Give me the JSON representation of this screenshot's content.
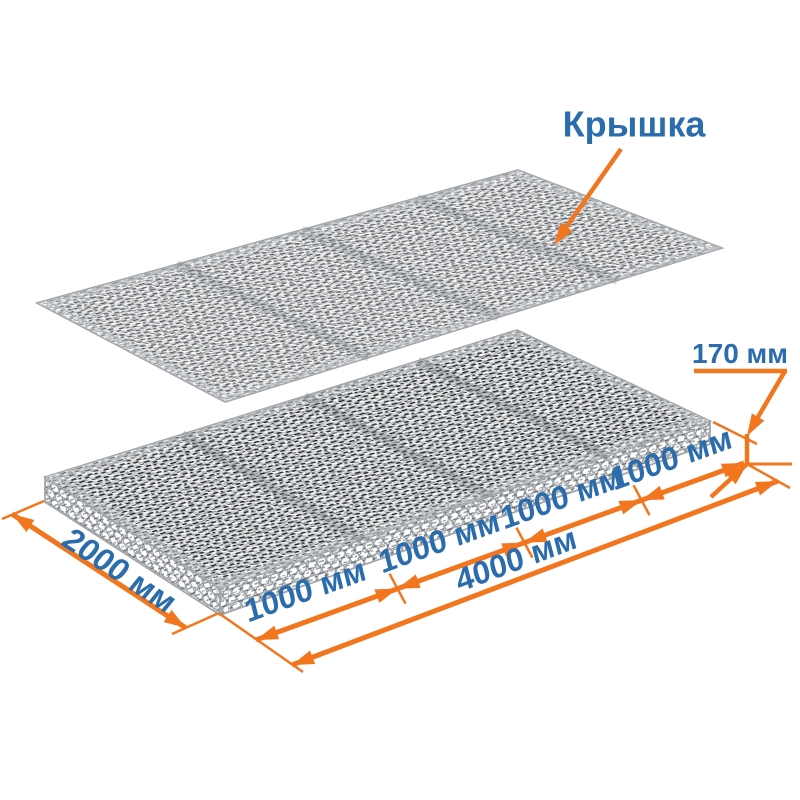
{
  "diagram": {
    "title_label": "Крышка",
    "dimensions": {
      "height": "170 мм",
      "width": "2000 мм",
      "length": "4000 мм",
      "segments": [
        "1000 мм",
        "1000 мм",
        "1000 мм",
        "1000 мм"
      ]
    },
    "colors": {
      "dimension_orange": "#f1761e",
      "label_blue": "#2b6cad",
      "mesh_gray": "#9ea3a7"
    }
  }
}
